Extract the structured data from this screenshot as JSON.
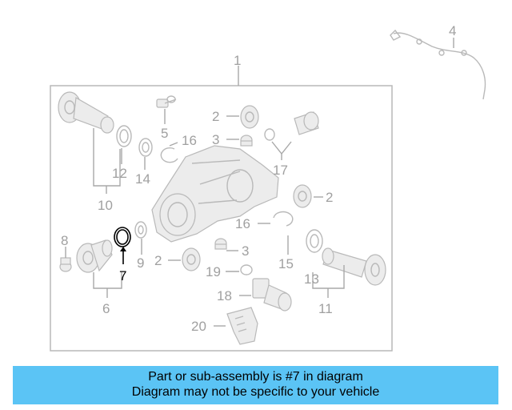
{
  "diagram": {
    "callouts": [
      {
        "id": "1",
        "label": "1",
        "highlight": false
      },
      {
        "id": "2a",
        "label": "2",
        "highlight": false
      },
      {
        "id": "2b",
        "label": "2",
        "highlight": false
      },
      {
        "id": "2c",
        "label": "2",
        "highlight": false
      },
      {
        "id": "3a",
        "label": "3",
        "highlight": false
      },
      {
        "id": "3b",
        "label": "3",
        "highlight": false
      },
      {
        "id": "4",
        "label": "4",
        "highlight": false
      },
      {
        "id": "5",
        "label": "5",
        "highlight": false
      },
      {
        "id": "6",
        "label": "6",
        "highlight": false
      },
      {
        "id": "7",
        "label": "7",
        "highlight": true
      },
      {
        "id": "8",
        "label": "8",
        "highlight": false
      },
      {
        "id": "9",
        "label": "9",
        "highlight": false
      },
      {
        "id": "10",
        "label": "10",
        "highlight": false
      },
      {
        "id": "11",
        "label": "11",
        "highlight": false
      },
      {
        "id": "12",
        "label": "12",
        "highlight": false
      },
      {
        "id": "13",
        "label": "13",
        "highlight": false
      },
      {
        "id": "14",
        "label": "14",
        "highlight": false
      },
      {
        "id": "15",
        "label": "15",
        "highlight": false
      },
      {
        "id": "16a",
        "label": "16",
        "highlight": false
      },
      {
        "id": "16b",
        "label": "16",
        "highlight": false
      },
      {
        "id": "17",
        "label": "17",
        "highlight": false
      },
      {
        "id": "18",
        "label": "18",
        "highlight": false
      },
      {
        "id": "19",
        "label": "19",
        "highlight": false
      },
      {
        "id": "20",
        "label": "20",
        "highlight": false
      }
    ]
  },
  "banner": {
    "line1": "Part or sub-assembly is #7 in diagram",
    "line2": "Diagram may not be specific to your vehicle",
    "color": "#5bc4f5"
  }
}
